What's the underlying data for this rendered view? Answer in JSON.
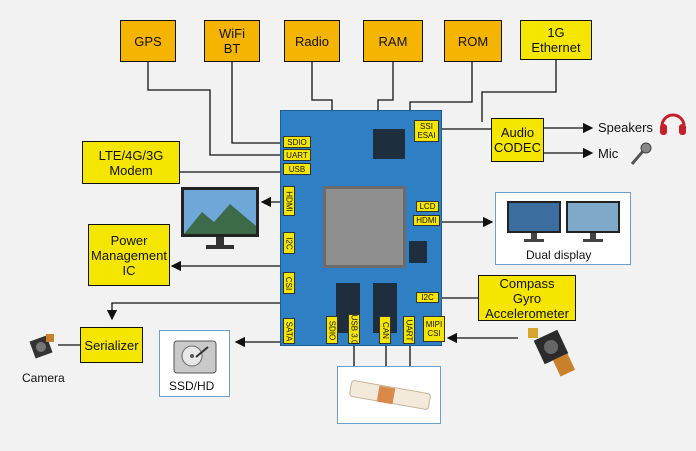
{
  "peripherals": {
    "gps": "GPS",
    "wifi_bt": "WiFi\nBT",
    "radio": "Radio",
    "ram": "RAM",
    "rom": "ROM",
    "ethernet": "1G\nEthernet",
    "modem": "LTE/4G/3G\nModem",
    "power": "Power\nManagement\nIC",
    "serializer": "Serializer",
    "audio_codec": "Audio\nCODEC",
    "sensors": "Compass\nGyro\nAccelerometer"
  },
  "board_labels": {
    "sdio_left": "SDIO",
    "uart_left": "UART",
    "usb": "USB",
    "hdmi_left": "HDMI",
    "i2c_left": "I2C",
    "csi_left": "CSI",
    "sata": "SATA",
    "ssi_esai": "SSI\nESAI",
    "lcd": "LCD",
    "hdmi_right": "HDMI",
    "i2c_right": "I2C",
    "sdio_bottom": "SDIO",
    "usb3": "USB 3.0",
    "can": "CAN",
    "uart_bottom": "UART",
    "mipi_csi": "MIPI\nCSI"
  },
  "outputs": {
    "speakers": "Speakers",
    "mic": "Mic",
    "dual_display": "Dual display",
    "ssd": "SSD/HD",
    "camera": "Camera"
  },
  "colors": {
    "board": "#2e7fc4",
    "label_yellow": "#f5e600",
    "box_orange": "#f4b400",
    "frame_blue": "#6a9fd0"
  },
  "icons": [
    "monitor-icon",
    "dual-monitor-icon",
    "hard-drive-icon",
    "camera-module-icon",
    "headphones-icon",
    "microphone-icon",
    "antenna-icon"
  ]
}
